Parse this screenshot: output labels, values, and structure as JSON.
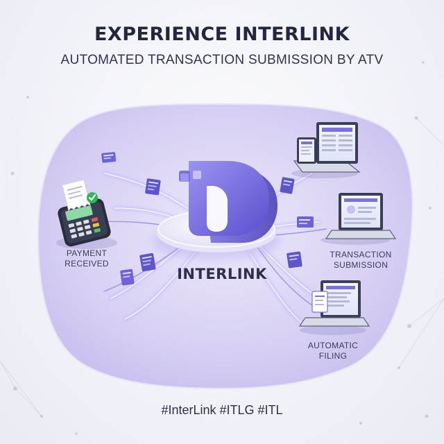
{
  "header": {
    "title": "EXPERIENCE INTERLINK",
    "subtitle": "AUTOMATED TRANSACTION SUBMISSION BY ATV"
  },
  "hub": {
    "label": "INTERLINK"
  },
  "nodes": {
    "payment": {
      "line1": "PAYMENT",
      "line2": "RECEIVED",
      "icon": "payment-terminal-icon"
    },
    "submission": {
      "line1": "TRANSACTION",
      "line2": "SUBMISSION",
      "icon": "laptop-icon"
    },
    "filing": {
      "line1": "AUTOMATIC",
      "line2": "FILING",
      "icon": "laptop-document-icon"
    },
    "desktop": {
      "icon": "laptop-dashboard-icon"
    }
  },
  "footer": {
    "hashtags": "#InterLink #ITLG #ITL"
  },
  "colors": {
    "accent": "#6a5fd8",
    "accent_light": "#9d96ef",
    "platform": "#d9d3f4",
    "check": "#2fb65a"
  }
}
